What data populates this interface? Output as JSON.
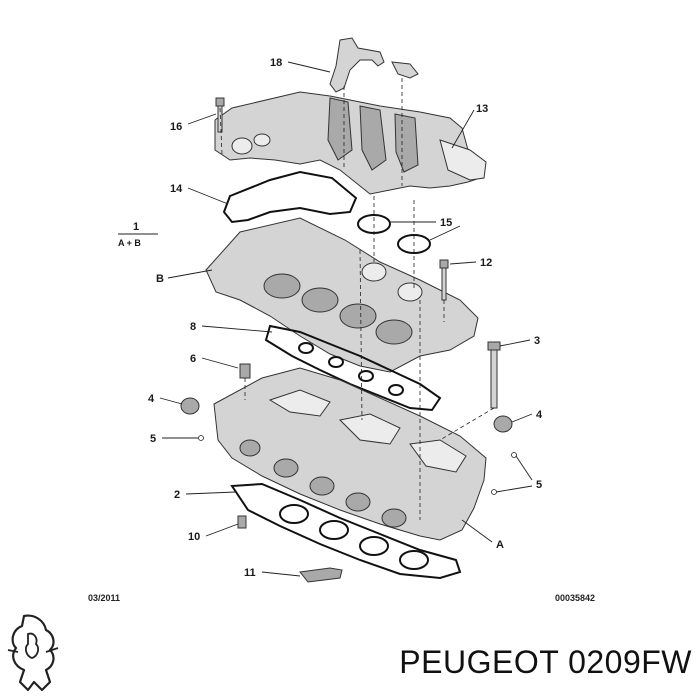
{
  "callouts": {
    "c18": "18",
    "c16": "16",
    "c13": "13",
    "c14": "14",
    "c15": "15",
    "c1": "1",
    "c1_sub": "A + B",
    "cB": "B",
    "c12": "12",
    "c8": "8",
    "c3": "3",
    "c6": "6",
    "c4_left": "4",
    "c4_right": "4",
    "c5_left": "5",
    "c5_right": "5",
    "c2": "2",
    "c10": "10",
    "c11": "11",
    "cA": "A"
  },
  "footer": {
    "date": "03/2011",
    "diagram_ref": "00035842"
  },
  "brand": {
    "part_number": "PEUGEOT 0209FW",
    "logo": "peugeot-lion-logo"
  }
}
